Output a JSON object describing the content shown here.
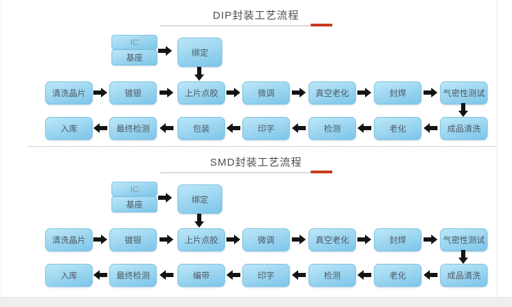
{
  "page": {
    "background": "#ffffff",
    "accent_red": "#cc3a1d",
    "underline_gray": "#d9d9d9",
    "arrow_color": "#141414",
    "box_top_color": "#bde7f8",
    "box_bottom_color": "#7cc5e9"
  },
  "sections": [
    {
      "id": "dip",
      "title": "DIP封装工艺流程",
      "feeder": {
        "inputs": [
          "IC",
          "基座"
        ],
        "merge": "绑定"
      },
      "row1": [
        "清洗晶片",
        "镀银",
        "上片点胶",
        "微调",
        "真空老化",
        "封焊",
        "气密性测试"
      ],
      "row2": [
        "入库",
        "最终检测",
        "包装",
        "印字",
        "检测",
        "老化",
        "成品清洗"
      ]
    },
    {
      "id": "smd",
      "title": "SMD封装工艺流程",
      "feeder": {
        "inputs": [
          "IC",
          "基座"
        ],
        "merge": "绑定"
      },
      "row1": [
        "清洗晶片",
        "镀银",
        "上片点胶",
        "微调",
        "真空老化",
        "封焊",
        "气密性测试"
      ],
      "row2": [
        "入库",
        "最终检测",
        "编带",
        "印字",
        "检测",
        "老化",
        "成品清洗"
      ]
    }
  ]
}
